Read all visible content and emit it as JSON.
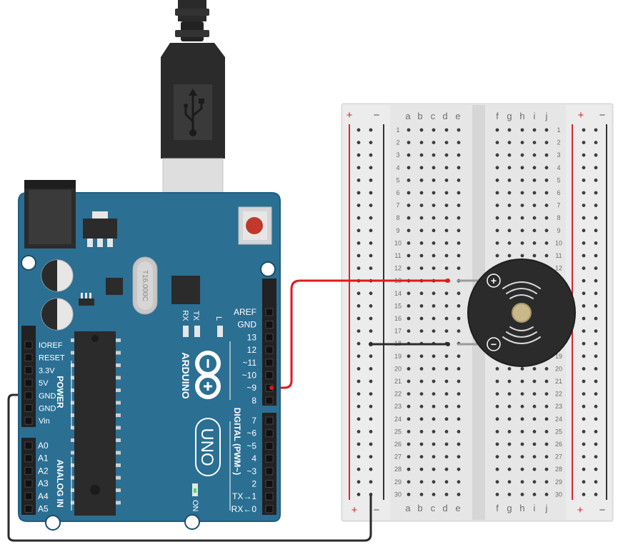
{
  "arduino": {
    "brand": "ARDUINO",
    "model": "UNO",
    "crystal_text": "T16.000C",
    "led_labels": {
      "rx": "RX",
      "tx": "TX",
      "l": "L",
      "on": "ON"
    },
    "power_header_title": "POWER",
    "power_pins": [
      "IOREF",
      "RESET",
      "3.3V",
      "5V",
      "GND",
      "GND",
      "Vin"
    ],
    "analog_header_title": "ANALOG IN",
    "analog_pins": [
      "A0",
      "A1",
      "A2",
      "A3",
      "A4",
      "A5"
    ],
    "digital_header_title": "DIGITAL (PWM~)",
    "digital_top_pins": [
      "AREF",
      "GND",
      "13",
      "12",
      "~11",
      "~10",
      "~9",
      "8"
    ],
    "digital_bottom_pins": [
      "7",
      "~6",
      "~5",
      "4",
      "~3",
      "2",
      "TX→1",
      "RX←0"
    ]
  },
  "breadboard": {
    "left_columns": [
      "a",
      "b",
      "c",
      "d",
      "e"
    ],
    "right_columns": [
      "f",
      "g",
      "h",
      "i",
      "j"
    ],
    "rail_plus": "+",
    "rail_minus": "−",
    "rows": 30
  },
  "buzzer": {
    "plus_symbol": "+",
    "minus_symbol": "−"
  },
  "wires": {
    "signal_color": "#e0181b",
    "ground_color": "#2b2b2b"
  },
  "colors": {
    "board": "#2b6f93",
    "board_edge": "#1f5f80",
    "breadboard": "#e6e6e6",
    "rail_red": "#d8262e",
    "reset_button": "#c0392b",
    "power_led": "#4cd964"
  }
}
